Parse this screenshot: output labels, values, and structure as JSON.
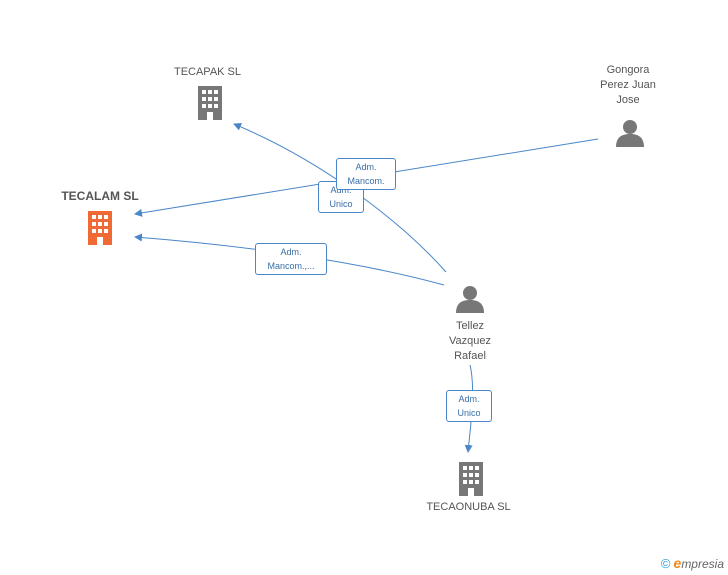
{
  "nodes": {
    "tecalam": {
      "label": "TECALAM SL",
      "type": "company",
      "highlight": true
    },
    "tecapak": {
      "label": "TECAPAK SL",
      "type": "company"
    },
    "gongora": {
      "label_lines": [
        "Gongora",
        "Perez Juan",
        "Jose"
      ],
      "type": "person"
    },
    "tellez": {
      "label_lines": [
        "Tellez",
        "Vazquez",
        "Rafael"
      ],
      "type": "person"
    },
    "tecaonuba": {
      "label": "TECAONUBA SL",
      "type": "company"
    }
  },
  "edge_labels": {
    "gongora_tecalam": [
      "Adm.",
      "Mancom."
    ],
    "tellez_tecapak": [
      "Adm.",
      "Unico"
    ],
    "tellez_tecalam": [
      "Adm.",
      "Mancom.,..."
    ],
    "tellez_tecaonuba": [
      "Adm.",
      "Unico"
    ]
  },
  "colors": {
    "edge": "#4a86c8",
    "company_icon": "#777777",
    "company_icon_highlight": "#f06a35",
    "person_icon": "#777777"
  },
  "footer": {
    "copyright": "©",
    "brand_initial": "e",
    "brand_rest": "mpresia"
  }
}
